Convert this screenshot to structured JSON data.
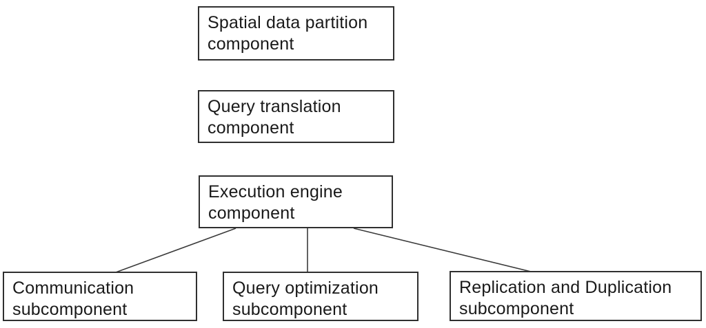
{
  "diagram": {
    "type": "hierarchy-block-diagram",
    "colors": {
      "background": "#ffffff",
      "box_fill": "#ffffff",
      "box_border": "#2f2f2f",
      "text": "#1a1a1a",
      "connector": "#3a3a3a"
    },
    "nodes": [
      {
        "id": "spatial-data-partition",
        "label": "Spatial data partition component"
      },
      {
        "id": "query-translation",
        "label": "Query translation component"
      },
      {
        "id": "execution-engine",
        "label": "Execution engine component"
      },
      {
        "id": "communication",
        "label": "Communication subcomponent"
      },
      {
        "id": "query-optimization",
        "label": "Query optimization subcomponent"
      },
      {
        "id": "replication-duplication",
        "label": "Replication and Duplication subcomponent"
      }
    ],
    "edges": [
      {
        "from": "execution-engine",
        "to": "communication"
      },
      {
        "from": "execution-engine",
        "to": "query-optimization"
      },
      {
        "from": "execution-engine",
        "to": "replication-duplication"
      }
    ]
  }
}
